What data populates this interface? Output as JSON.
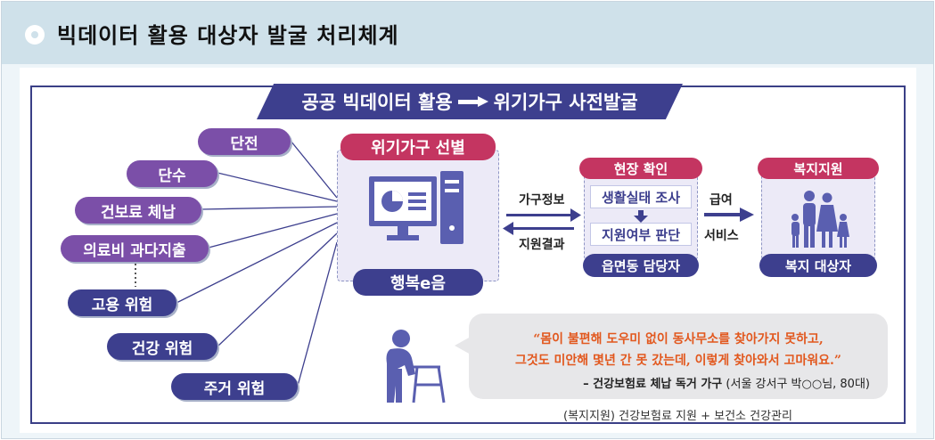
{
  "header": {
    "title": "빅데이터 활용 대상자 발굴 처리체계"
  },
  "banner": {
    "left": "공공 빅데이터 활용",
    "right": "위기가구 사전발굴"
  },
  "risk_factors": [
    "단전",
    "단수",
    "건보료 체납",
    "의료비 과다지출",
    "고용 위험",
    "건강 위험",
    "주거 위험"
  ],
  "center": {
    "header": "위기가구 선별",
    "footer": "행복e음",
    "icon": "computer-chart-icon"
  },
  "flow": {
    "to_field": "가구정보",
    "from_field": "지원결과",
    "to_welfare_top": "급여",
    "to_welfare_bottom": "서비스"
  },
  "field": {
    "header": "현장 확인",
    "step1": "생활실태 조사",
    "step2": "지원여부 판단",
    "footer": "읍면동 담당자"
  },
  "welfare": {
    "header": "복지지원",
    "footer": "복지 대상자",
    "icon": "family-icon"
  },
  "quote": {
    "line1": "“몸이 불편해 도우미 없이 동사무소를 찾아가지 못하고,",
    "line2": "그것도 미안해 몇년 간 못 갔는데, 이렇게 찾아와서 고마워요.”",
    "attribution_bold": "– 건강보험료 체납 독거 가구",
    "attribution_detail": "(서울 강서구 박○○님, 80대)"
  },
  "footnote": "(복지지원) 건강보험료 지원 + 보건소 건강관리",
  "colors": {
    "navy": "#3d3f8e",
    "purple": "#7b4fa8",
    "red": "#c43561",
    "orange": "#e2581e"
  }
}
